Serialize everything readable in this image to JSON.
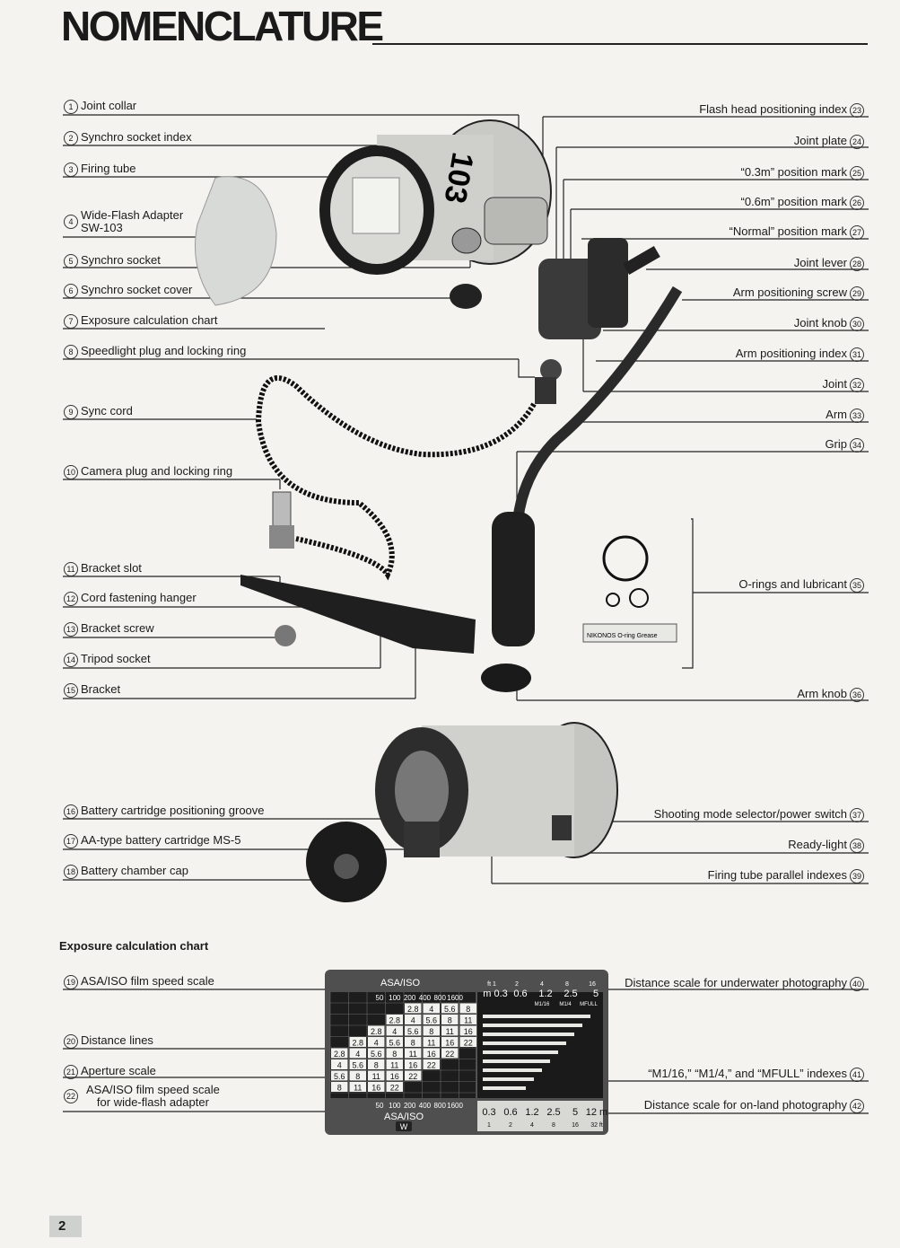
{
  "page": {
    "title": "NOMENCLATURE",
    "page_number": "2",
    "section_exposure_title": "Exposure calculation chart"
  },
  "parts_left": [
    {
      "num": "1",
      "label": "Joint collar"
    },
    {
      "num": "2",
      "label": "Synchro socket index"
    },
    {
      "num": "3",
      "label": "Firing tube"
    },
    {
      "num": "4",
      "label": "Wide-Flash Adapter",
      "label2": "SW-103"
    },
    {
      "num": "5",
      "label": "Synchro socket"
    },
    {
      "num": "6",
      "label": "Synchro socket cover"
    },
    {
      "num": "7",
      "label": "Exposure calculation chart"
    },
    {
      "num": "8",
      "label": "Speedlight plug and locking ring"
    },
    {
      "num": "9",
      "label": "Sync cord"
    },
    {
      "num": "10",
      "label": "Camera plug and locking ring"
    },
    {
      "num": "11",
      "label": "Bracket slot"
    },
    {
      "num": "12",
      "label": "Cord fastening hanger"
    },
    {
      "num": "13",
      "label": "Bracket screw"
    },
    {
      "num": "14",
      "label": "Tripod socket"
    },
    {
      "num": "15",
      "label": "Bracket"
    },
    {
      "num": "16",
      "label": "Battery cartridge positioning groove"
    },
    {
      "num": "17",
      "label": "AA-type battery cartridge MS-5"
    },
    {
      "num": "18",
      "label": "Battery chamber cap"
    }
  ],
  "parts_right": [
    {
      "num": "23",
      "label": "Flash head positioning index"
    },
    {
      "num": "24",
      "label": "Joint plate"
    },
    {
      "num": "25",
      "label": "“0.3m” position mark"
    },
    {
      "num": "26",
      "label": "“0.6m” position mark"
    },
    {
      "num": "27",
      "label": "“Normal” position mark"
    },
    {
      "num": "28",
      "label": "Joint lever"
    },
    {
      "num": "29",
      "label": "Arm positioning screw"
    },
    {
      "num": "30",
      "label": "Joint knob"
    },
    {
      "num": "31",
      "label": "Arm positioning index"
    },
    {
      "num": "32",
      "label": "Joint"
    },
    {
      "num": "33",
      "label": "Arm"
    },
    {
      "num": "34",
      "label": "Grip"
    },
    {
      "num": "35",
      "label": "O-rings and lubricant"
    },
    {
      "num": "36",
      "label": "Arm knob"
    },
    {
      "num": "37",
      "label": "Shooting mode selector/power switch"
    },
    {
      "num": "38",
      "label": "Ready-light"
    },
    {
      "num": "39",
      "label": "Firing tube parallel indexes"
    }
  ],
  "chart_left": [
    {
      "num": "19",
      "label": "ASA/ISO film speed scale"
    },
    {
      "num": "20",
      "label": "Distance lines"
    },
    {
      "num": "21",
      "label": "Aperture scale"
    },
    {
      "num": "22",
      "label": "ASA/ISO film speed scale",
      "label2": "for wide-flash adapter"
    }
  ],
  "chart_right": [
    {
      "num": "40",
      "label": "Distance scale for underwater photography"
    },
    {
      "num": "41",
      "label": "“M1/16,” “M1/4,” and “MFULL” indexes"
    },
    {
      "num": "42",
      "label": "Distance scale for on-land photography"
    }
  ],
  "device_text": {
    "flash_model": "103",
    "brand": "NIKONOS",
    "tube_label": "NIKONOS O-ring Grease"
  },
  "exposure_chart": {
    "top_header": "ASA/ISO",
    "bottom_header": "ASA/ISO",
    "wide_badge": "W",
    "asa_values": [
      "50",
      "100",
      "200",
      "400",
      "800",
      "1600"
    ],
    "aperture_rows": [
      [
        "2.8",
        "4",
        "5.6",
        "8"
      ],
      [
        "2.8",
        "4",
        "5.6",
        "8",
        "11"
      ],
      [
        "2.8",
        "4",
        "5.6",
        "8",
        "11",
        "16"
      ],
      [
        "2.8",
        "4",
        "5.6",
        "8",
        "11",
        "16",
        "22"
      ],
      [
        "2.8",
        "4",
        "5.6",
        "8",
        "11",
        "16",
        "22"
      ],
      [
        "4",
        "5.6",
        "8",
        "11",
        "16",
        "22"
      ],
      [
        "5.6",
        "8",
        "11",
        "16",
        "22"
      ],
      [
        "8",
        "11",
        "16",
        "22"
      ]
    ],
    "uw_ft": [
      "ft 1",
      "2",
      "4",
      "8",
      "16"
    ],
    "uw_m": [
      "m 0.3",
      "0.6",
      "1.2",
      "2.5",
      "5"
    ],
    "mode_indexes": [
      "M1/16",
      "M1/4",
      "MFULL"
    ],
    "land_m": [
      "0.3",
      "0.6",
      "1.2",
      "2.5",
      "5",
      "12 m"
    ],
    "land_ft": [
      "1",
      "2",
      "4",
      "8",
      "16",
      "32 ft"
    ]
  }
}
